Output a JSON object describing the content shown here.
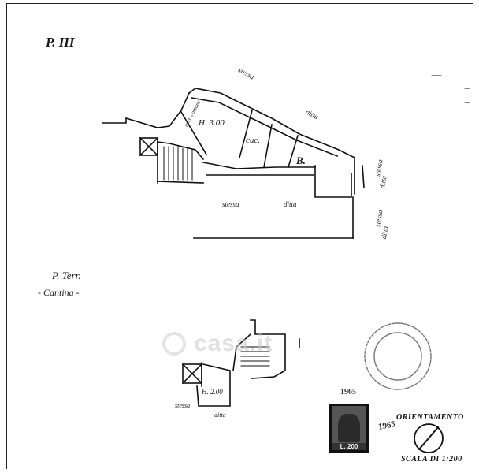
{
  "document": {
    "upper_floor_label": "P. III",
    "ground_floor_label": "P. Terr.",
    "cellar_label": "- Cantina -",
    "kitchen_height": "H. 3.00",
    "kitchen_label": "cuc.",
    "bath_label": "B.",
    "cellar_height": "H. 2.00",
    "neighbors": {
      "top_1": "stessa",
      "top_2": "ditta",
      "bottom_1": "stessa",
      "bottom_2": "ditta",
      "right_1": "stessa",
      "right_2": "ditta",
      "right_3": "stessa",
      "right_4": "ditta",
      "common_area": "cort. comune",
      "cellar_1": "stessa",
      "cellar_2": "ditta"
    },
    "stamp_dates": [
      "1965",
      "1965"
    ],
    "stamp_value": "L. 200",
    "orientation_label": "ORIENTAMENTO",
    "scale_label": "SCALA DI 1:200",
    "watermark_text": "casa.it"
  }
}
